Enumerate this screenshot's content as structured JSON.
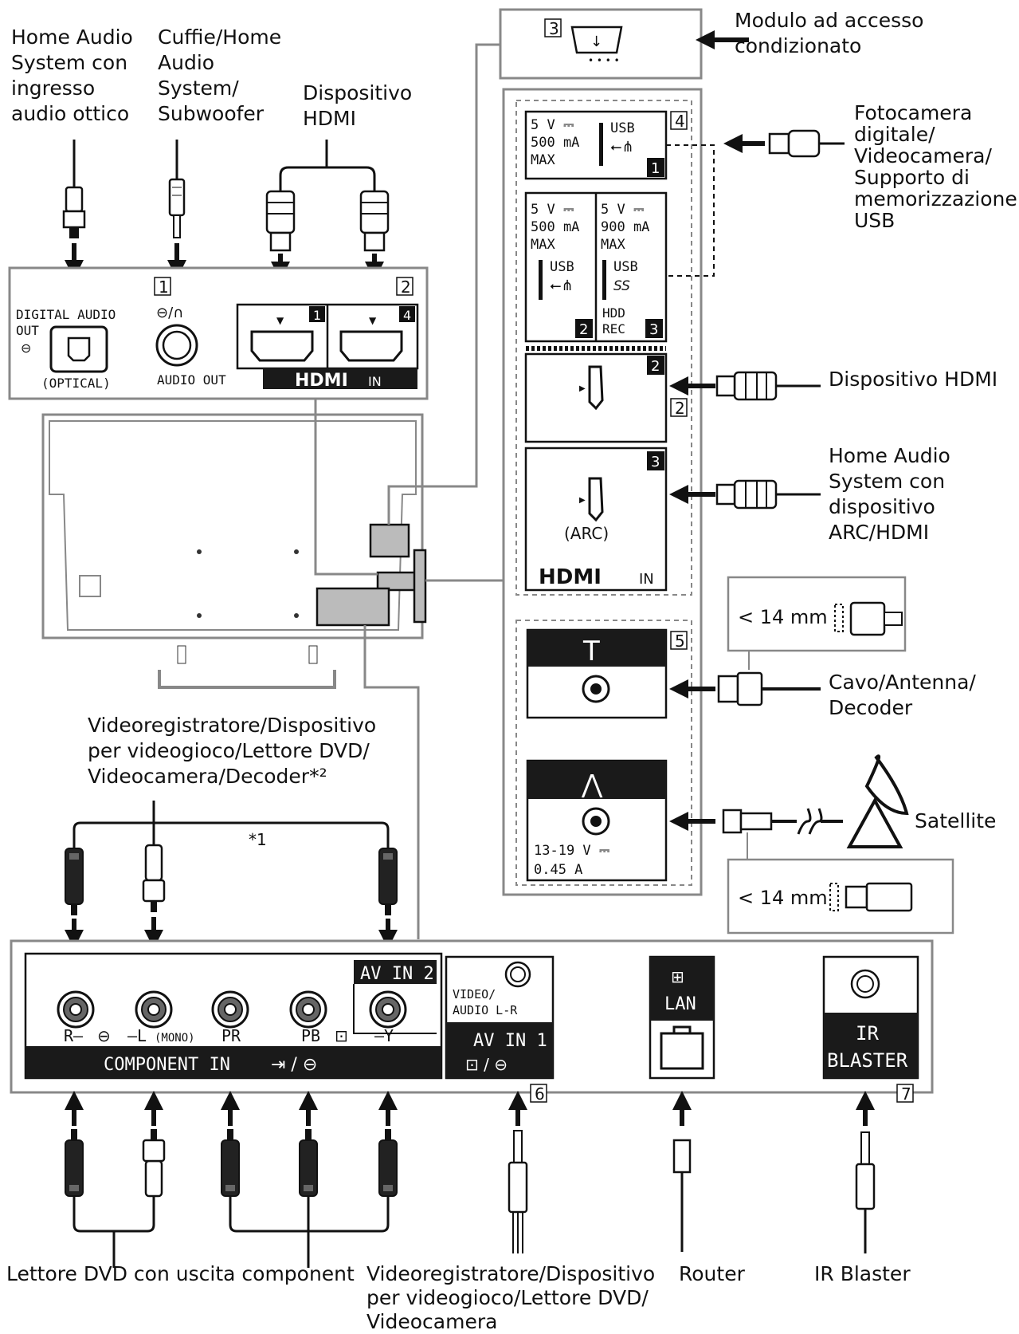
{
  "labels": {
    "home_audio_optical": [
      "Home Audio",
      "System con",
      "ingresso",
      "audio ottico"
    ],
    "headphones": [
      "Cuffie/Home",
      "Audio",
      "System/",
      "Subwoofer"
    ],
    "hdmi_device_top": [
      "Dispositivo",
      "HDMI"
    ],
    "cam_module": [
      "Modulo ad accesso",
      "condizionato"
    ],
    "usb_device": [
      "Fotocamera",
      "digitale/",
      "Videocamera/",
      "Supporto di",
      "memorizzazione",
      "USB"
    ],
    "hdmi_device_right": "Dispositivo HDMI",
    "arc_device": [
      "Home Audio",
      "System con",
      "dispositivo",
      "ARC/HDMI"
    ],
    "cable_antenna": [
      "Cavo/Antenna/",
      "Decoder"
    ],
    "satellite": "Satellite",
    "max_size_1": "< 14 mm",
    "max_size_2": "< 14 mm",
    "vcr_top": [
      "Videoregistratore/Dispositivo",
      "per videogioco/Lettore DVD/",
      "Videocamera/Decoder*²"
    ],
    "footnote_1": "*1",
    "dvd_component": "Lettore DVD con uscita component",
    "vcr_bottom": [
      "Videoregistratore/Dispositivo",
      "per videogioco/Lettore DVD/",
      "Videocamera"
    ],
    "router": "Router",
    "ir_blaster": "IR Blaster"
  },
  "badges": {
    "b1": "1",
    "b2": "2",
    "b3": "3",
    "b4": "4",
    "b5": "5",
    "b6": "6",
    "b7": "7",
    "b2r": "2"
  },
  "panel_top": {
    "digital_audio": [
      "DIGITAL AUDIO",
      "OUT"
    ],
    "optical": "(OPTICAL)",
    "audio_out": "AUDIO OUT",
    "headphone_symbol": "⊖/∩",
    "hdmi_port_1": "1",
    "hdmi_port_4": "4",
    "hdmi_logo": "HDMI",
    "hdmi_in": "IN"
  },
  "panel_right": {
    "usb1_rating": [
      "5 V ⎓",
      "500 mA",
      "MAX"
    ],
    "usb1_label": "USB",
    "usb1_num": "1",
    "usb2_rating": [
      "5 V ⎓",
      "500 mA",
      "MAX"
    ],
    "usb2_label": "USB",
    "usb2_num": "2",
    "usb3_rating": [
      "5 V ⎓",
      "900 mA",
      "MAX"
    ],
    "usb3_label": "USB",
    "usb3_ss": "SS",
    "usb3_hdd": [
      "HDD",
      "REC"
    ],
    "usb3_num": "3",
    "hdmi2_num": "2",
    "hdmi3_num": "3",
    "arc": "(ARC)",
    "hdmi_logo": "HDMI",
    "hdmi_in": "IN",
    "sat_rating": [
      "13-19 V ⎓",
      "0.45 A"
    ]
  },
  "panel_bottom": {
    "component_labels": [
      "R–",
      "–L",
      "(MONO)",
      "PR",
      "PB",
      "–Y"
    ],
    "av_in_2": "AV IN 2",
    "component_in": "COMPONENT IN",
    "av1_labels": [
      "VIDEO/",
      "AUDIO L-R"
    ],
    "av_in_1": "AV IN 1",
    "lan": "LAN",
    "ir": [
      "IR",
      "BLASTER"
    ]
  },
  "colors": {
    "line": "#111111",
    "panel_stroke": "#888888",
    "fill_dark": "#1a1a1a"
  }
}
